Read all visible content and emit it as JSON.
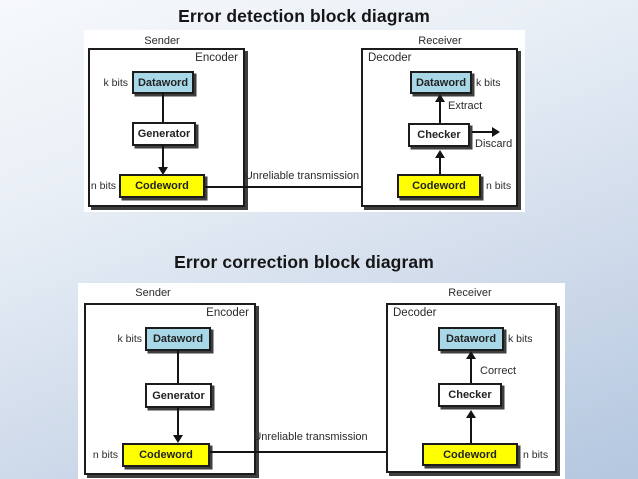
{
  "slide": {
    "bg_top_color": "#f6f9fc",
    "bg_bottom_color": "#b3c7df"
  },
  "colors": {
    "dataword_fill": "#a8d8e8",
    "codeword_fill": "#ffff00",
    "box_border": "#1c1c1c",
    "shadow": "#3f3f3f"
  },
  "detection": {
    "title": "Error detection block diagram",
    "sender": "Sender",
    "receiver": "Receiver",
    "encoder": "Encoder",
    "decoder": "Decoder",
    "k_bits_left": "k bits",
    "k_bits_right": "k bits",
    "n_bits_left": "n bits",
    "n_bits_right": "n bits",
    "dataword_sender": "Dataword",
    "dataword_receiver": "Dataword",
    "generator": "Generator",
    "checker": "Checker",
    "codeword_sender": "Codeword",
    "codeword_receiver": "Codeword",
    "transmission": "Unreliable transmission",
    "extract": "Extract",
    "discard": "Discard"
  },
  "correction": {
    "title": "Error correction block diagram",
    "sender": "Sender",
    "receiver": "Receiver",
    "encoder": "Encoder",
    "decoder": "Decoder",
    "k_bits_left": "k bits",
    "k_bits_right": "k bits",
    "n_bits_left": "n bits",
    "n_bits_right": "n bits",
    "dataword_sender": "Dataword",
    "dataword_receiver": "Dataword",
    "generator": "Generator",
    "checker": "Checker",
    "codeword_sender": "Codeword",
    "codeword_receiver": "Codeword",
    "transmission": "Unreliable transmission",
    "correct": "Correct"
  }
}
